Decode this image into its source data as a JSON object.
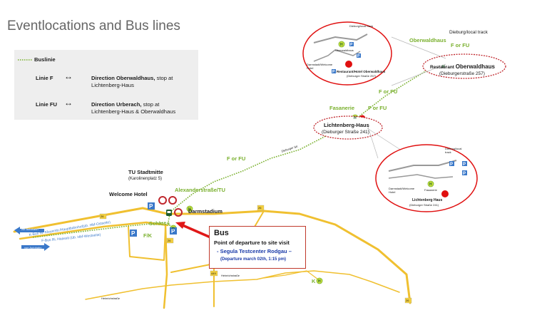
{
  "title": "Eventlocations and Bus lines",
  "legend": {
    "buslinie": "Buslinie",
    "rows": [
      {
        "line": "Linie F",
        "arrow": "↔",
        "direction": "Direction  Oberwaldhaus,",
        "direction_rest": " stop at",
        "detail": "Lichtenberg-Haus"
      },
      {
        "line": "Linie FU",
        "arrow": "↔",
        "direction": "Direction Urberach,",
        "direction_rest": " stop at",
        "detail": "Lichtenberg-Haus & Oberwaldhaus"
      }
    ]
  },
  "labels": {
    "tu_stadtmitte": "TU Stadtmitte",
    "tu_stadtmitte_addr": "(Karolinenplatz 5)",
    "welcome_hotel": "Welcome Hotel",
    "darmstadium": "Darmstadium",
    "alexanderstrasse": "Alexanderstraße/TU",
    "schloss": "Schloss",
    "fk": "F/K",
    "for_fu_1": "F or FU",
    "for_fu_2": "F or FU",
    "for_fu_3": "F or FU",
    "for_fu_4": "F or FU",
    "fasanerie": "Fasanerie",
    "lichtenberg_haus": "Lichtenberg-Haus",
    "lichtenberg_addr": "(Dieburger Straße 241)",
    "oberwaldhaus": "Oberwaldhaus",
    "dieburg_track": "Dieburg/local track",
    "restaurant": "Restaurant",
    "restaurant_name": "Oberwaldhaus",
    "restaurant_addr": "(Dieburgerstraße 257)",
    "k": "K",
    "dieburger_str": "Dieburger Str.",
    "road_26a": "26",
    "road_26b": "26",
    "road_26c": "26",
    "road_26d": "26",
    "road_449": "449",
    "road_26e": "26",
    "heinrichstr": "Heinrichstraße",
    "heinrichstr2": "Heinrichstraße",
    "zur_autobahn": "zur Autobahn",
    "von_autobahn": "von Autobahn",
    "k_bus": "K-Bus Ri. Kleyerstr./Hauptbahnhof(üb. Hbf-Ostseite)",
    "f_bus": "F-Bus Ri. Haasstr.(üb. Hbf-Westseite)"
  },
  "inset_top": {
    "dieburg": "Dieburg/local track",
    "darmstadt": "Darmstadt/Welcome Hotel",
    "oberwaldhaus": "Oberwaldhaus",
    "restaurant": "Restaurant/Hotel Oberwaldhaus",
    "addr": "(Dieburger Straße 257)"
  },
  "inset_bottom": {
    "dieburg": "Dieburg/local track",
    "darmstadt": "Darmstadt/Welcome Hotel",
    "fasanerie": "Fasanerie",
    "name": "Lichtenberg Haus",
    "addr": "(Dieburger Straße 241)"
  },
  "busbox": {
    "title": "Bus",
    "line1": "Point of departure to site visit",
    "line2": "- Segula Testcenter Rodgau –",
    "line3": "(Departure march 02th, 1:15 pm)"
  },
  "colors": {
    "route": "#7ab02e",
    "road": "#f0c030",
    "parking": "#3a78c9",
    "marker": "#e01010",
    "ring": "#c0272d"
  }
}
